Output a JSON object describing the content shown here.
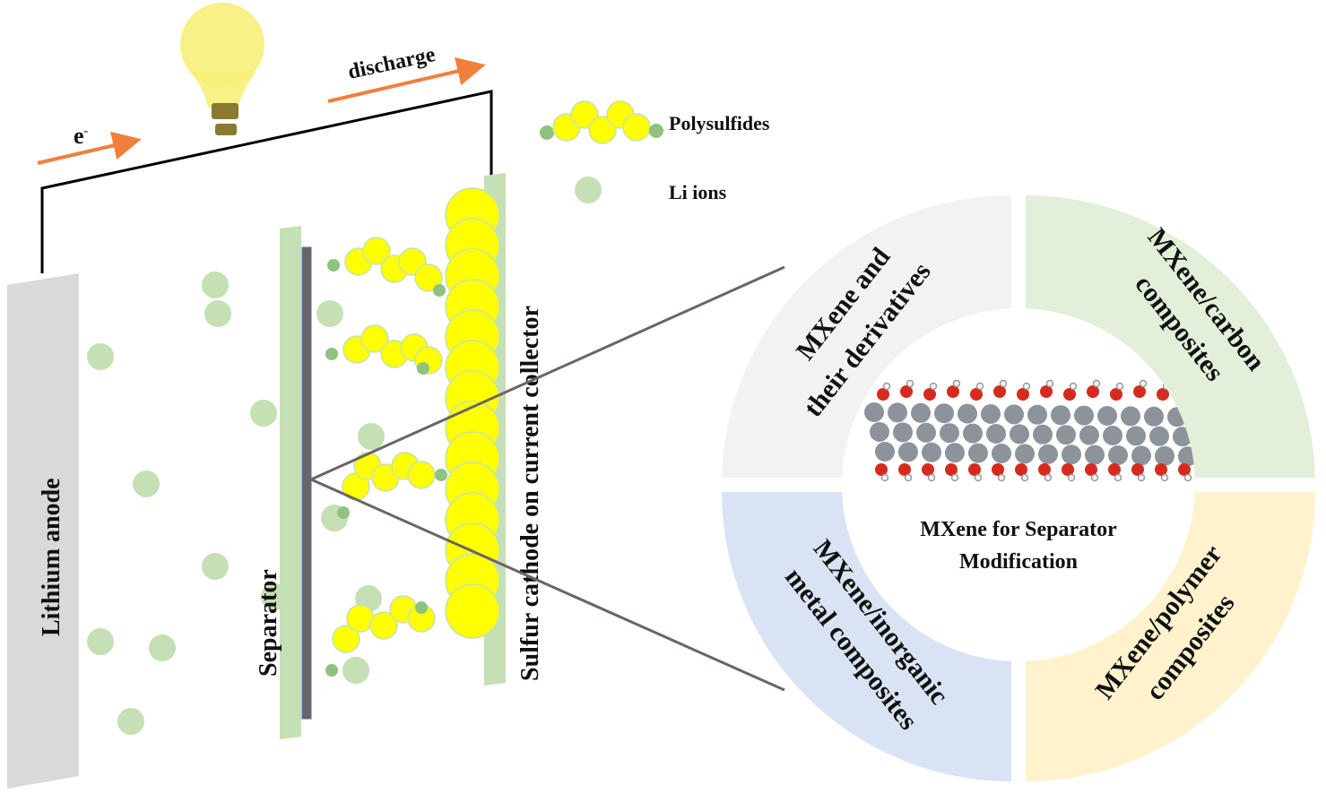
{
  "circuit": {
    "electron_label": "e",
    "electron_superscript": "-",
    "discharge_label": "discharge",
    "arrow_color": "#f07f3c",
    "wire_color": "#000000"
  },
  "bulb": {
    "glass_color": "#f6ef7a",
    "base_color": "#8a7a2e"
  },
  "legend": {
    "items": [
      {
        "label": "Polysulfides",
        "icon": "polysulfide-chain-icon"
      },
      {
        "label": "Li ions",
        "icon": "li-ion-dot-icon"
      }
    ]
  },
  "cell": {
    "anode_label": "Lithium anode",
    "separator_label": "Separator",
    "cathode_label": "Sulfur cathode on current collector",
    "anode_color": "#d9d9d9",
    "separator_color": "#c5e0b4",
    "coating_color": "#6b6466",
    "sulfur_color": "#ffff00",
    "li_ion_color": "#c5e0b4",
    "li_ion_dark": "#8fc27e"
  },
  "wheel": {
    "center_title_line1": "MXene for Separator",
    "center_title_line2": "Modification",
    "center_image": "mxene-crystal-structure",
    "segments": [
      {
        "lines": [
          "MXene and",
          "their derivatives"
        ],
        "color": "#f2f2f2"
      },
      {
        "lines": [
          "MXene/carbon",
          "composites"
        ],
        "color": "#e2efd9"
      },
      {
        "lines": [
          "MXene/inorganic",
          "metal composites"
        ],
        "color": "#dae3f3"
      },
      {
        "lines": [
          "MXene/polymer",
          "composites"
        ],
        "color": "#fff2cc"
      }
    ]
  }
}
